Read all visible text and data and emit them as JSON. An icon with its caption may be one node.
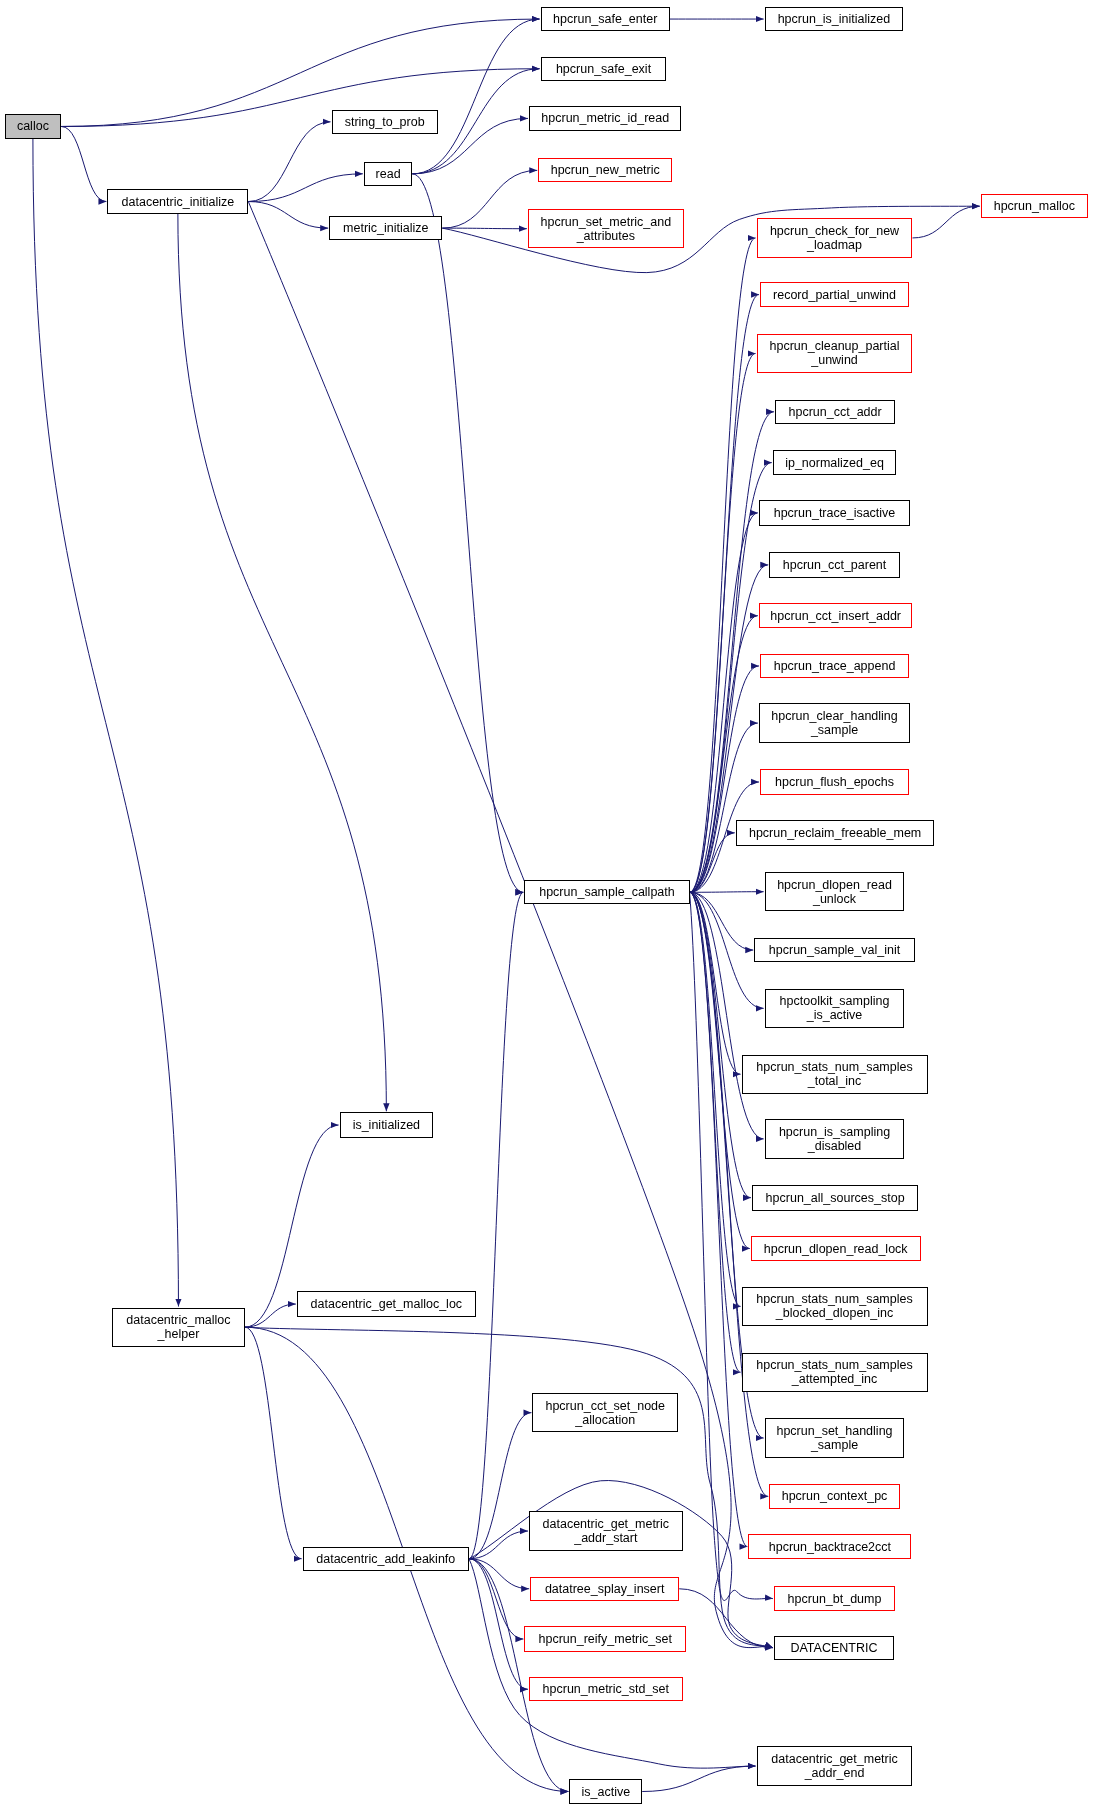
{
  "diagram": {
    "nodes": [
      {
        "text": [
          "calloc"
        ]
      },
      {
        "text": [
          "hpcrun_safe_enter"
        ]
      },
      {
        "text": [
          "hpcrun_is_initialized"
        ]
      },
      {
        "text": [
          "hpcrun_safe_exit"
        ]
      },
      {
        "text": [
          "string_to_prob"
        ]
      },
      {
        "text": [
          "hpcrun_metric_id_read"
        ]
      },
      {
        "text": [
          "datacentric_initialize"
        ]
      },
      {
        "text": [
          "read"
        ]
      },
      {
        "text": [
          "hpcrun_new_metric"
        ]
      },
      {
        "text": [
          "metric_initialize"
        ]
      },
      {
        "text": [
          "hpcrun_set_metric_and _attributes"
        ]
      },
      {
        "text": [
          "hpcrun_malloc"
        ]
      },
      {
        "text": [
          "hpcrun_check_for_new _loadmap"
        ]
      },
      {
        "text": [
          "record_partial_unwind"
        ]
      },
      {
        "text": [
          "hpcrun_cleanup_partial _unwind"
        ]
      },
      {
        "text": [
          "hpcrun_cct_addr"
        ]
      },
      {
        "text": [
          "ip_normalized_eq"
        ]
      },
      {
        "text": [
          "hpcrun_trace_isactive"
        ]
      },
      {
        "text": [
          "hpcrun_cct_parent"
        ]
      },
      {
        "text": [
          "hpcrun_cct_insert_addr"
        ]
      },
      {
        "text": [
          "hpcrun_trace_append"
        ]
      },
      {
        "text": [
          "hpcrun_clear_handling _sample"
        ]
      },
      {
        "text": [
          "hpcrun_flush_epochs"
        ]
      },
      {
        "text": [
          "hpcrun_reclaim_freeable_mem"
        ]
      },
      {
        "text": [
          "hpcrun_sample_callpath"
        ]
      },
      {
        "text": [
          "hpcrun_dlopen_read _unlock"
        ]
      },
      {
        "text": [
          "hpcrun_sample_val_init"
        ]
      },
      {
        "text": [
          "hpctoolkit_sampling _is_active"
        ]
      },
      {
        "text": [
          "hpcrun_stats_num_samples _total_inc"
        ]
      },
      {
        "text": [
          "is_initialized"
        ]
      },
      {
        "text": [
          "hpcrun_is_sampling _disabled"
        ]
      },
      {
        "text": [
          "hpcrun_all_sources_stop"
        ]
      },
      {
        "text": [
          "hpcrun_dlopen_read_lock"
        ]
      },
      {
        "text": [
          "datacentric_malloc _helper"
        ]
      },
      {
        "text": [
          "datacentric_get_malloc_loc"
        ]
      },
      {
        "text": [
          "hpcrun_stats_num_samples _blocked_dlopen_inc"
        ]
      },
      {
        "text": [
          "hpcrun_stats_num_samples _attempted_inc"
        ]
      },
      {
        "text": [
          "hpcrun_cct_set_node _allocation"
        ]
      },
      {
        "text": [
          "hpcrun_set_handling _sample"
        ]
      },
      {
        "text": [
          "hpcrun_context_pc"
        ]
      },
      {
        "text": [
          "datacentric_get_metric _addr_start"
        ]
      },
      {
        "text": [
          "datacentric_add_leakinfo"
        ]
      },
      {
        "text": [
          "hpcrun_backtrace2cct"
        ]
      },
      {
        "text": [
          "datatree_splay_insert"
        ]
      },
      {
        "text": [
          "hpcrun_bt_dump"
        ]
      },
      {
        "text": [
          "DATACENTRIC"
        ]
      },
      {
        "text": [
          "hpcrun_reify_metric_set"
        ]
      },
      {
        "text": [
          "hpcrun_metric_std_set"
        ]
      },
      {
        "text": [
          "datacentric_get_metric _addr_end"
        ]
      },
      {
        "text": [
          "is_active"
        ]
      }
    ],
    "edges": [
      {
        "from": 0,
        "to": 1,
        "arrow": "to"
      },
      {
        "from": 0,
        "to": 3,
        "arrow": "to"
      },
      {
        "from": 0,
        "to": 6,
        "arrow": "to"
      },
      {
        "from": 0,
        "to": 33,
        "arrow": "to"
      },
      {
        "from": 1,
        "to": 2,
        "arrow": "to"
      },
      {
        "from": 6,
        "to": 4,
        "arrow": "to"
      },
      {
        "from": 6,
        "to": 7,
        "arrow": "to"
      },
      {
        "from": 6,
        "to": 9,
        "arrow": "to"
      },
      {
        "from": 6,
        "to": 29,
        "arrow": "to"
      },
      {
        "from": 6,
        "to": 45,
        "arrow": "to"
      },
      {
        "from": 7,
        "to": 1,
        "arrow": "to"
      },
      {
        "from": 7,
        "to": 3,
        "arrow": "to"
      },
      {
        "from": 7,
        "to": 5,
        "arrow": "to"
      },
      {
        "from": 7,
        "to": 24,
        "arrow": "to"
      },
      {
        "from": 9,
        "to": 8,
        "arrow": "to"
      },
      {
        "from": 9,
        "to": 10,
        "arrow": "to"
      },
      {
        "from": 9,
        "to": 11,
        "arrow": "to"
      },
      {
        "from": 12,
        "to": 11,
        "arrow": "to"
      },
      {
        "from": 24,
        "to": 12,
        "arrow": "to"
      },
      {
        "from": 24,
        "to": 13,
        "arrow": "to"
      },
      {
        "from": 24,
        "to": 14,
        "arrow": "to"
      },
      {
        "from": 24,
        "to": 15,
        "arrow": "to"
      },
      {
        "from": 24,
        "to": 16,
        "arrow": "to"
      },
      {
        "from": 24,
        "to": 17,
        "arrow": "to"
      },
      {
        "from": 24,
        "to": 18,
        "arrow": "to"
      },
      {
        "from": 24,
        "to": 19,
        "arrow": "to"
      },
      {
        "from": 24,
        "to": 20,
        "arrow": "to"
      },
      {
        "from": 24,
        "to": 21,
        "arrow": "to"
      },
      {
        "from": 24,
        "to": 22,
        "arrow": "to"
      },
      {
        "from": 24,
        "to": 23,
        "arrow": "to"
      },
      {
        "from": 24,
        "to": 25,
        "arrow": "to"
      },
      {
        "from": 24,
        "to": 26,
        "arrow": "to"
      },
      {
        "from": 24,
        "to": 27,
        "arrow": "to"
      },
      {
        "from": 24,
        "to": 28,
        "arrow": "to"
      },
      {
        "from": 24,
        "to": 30,
        "arrow": "to"
      },
      {
        "from": 24,
        "to": 31,
        "arrow": "to"
      },
      {
        "from": 24,
        "to": 32,
        "arrow": "to"
      },
      {
        "from": 24,
        "to": 35,
        "arrow": "to"
      },
      {
        "from": 24,
        "to": 36,
        "arrow": "to"
      },
      {
        "from": 24,
        "to": 38,
        "arrow": "to"
      },
      {
        "from": 24,
        "to": 39,
        "arrow": "to"
      },
      {
        "from": 24,
        "to": 42,
        "arrow": "to"
      },
      {
        "from": 24,
        "to": 44,
        "arrow": "to"
      },
      {
        "from": 33,
        "to": 29,
        "arrow": "to"
      },
      {
        "from": 33,
        "to": 34,
        "arrow": "to"
      },
      {
        "from": 33,
        "to": 45,
        "arrow": "to"
      },
      {
        "from": 33,
        "to": 41,
        "arrow": "to"
      },
      {
        "from": 33,
        "to": 49,
        "arrow": "to"
      },
      {
        "from": 41,
        "to": 24,
        "arrow": "to"
      },
      {
        "from": 41,
        "to": 37,
        "arrow": "to"
      },
      {
        "from": 41,
        "to": 45,
        "arrow": "to"
      },
      {
        "from": 41,
        "to": 40,
        "arrow": "to"
      },
      {
        "from": 41,
        "to": 43,
        "arrow": "to"
      },
      {
        "from": 41,
        "to": 46,
        "arrow": "to"
      },
      {
        "from": 41,
        "to": 47,
        "arrow": "to"
      },
      {
        "from": 41,
        "to": 49,
        "arrow": "to"
      },
      {
        "from": 41,
        "to": 48,
        "arrow": "to"
      },
      {
        "from": 43,
        "to": 45,
        "arrow": "to"
      },
      {
        "from": 49,
        "to": 48,
        "arrow": "to"
      }
    ]
  }
}
